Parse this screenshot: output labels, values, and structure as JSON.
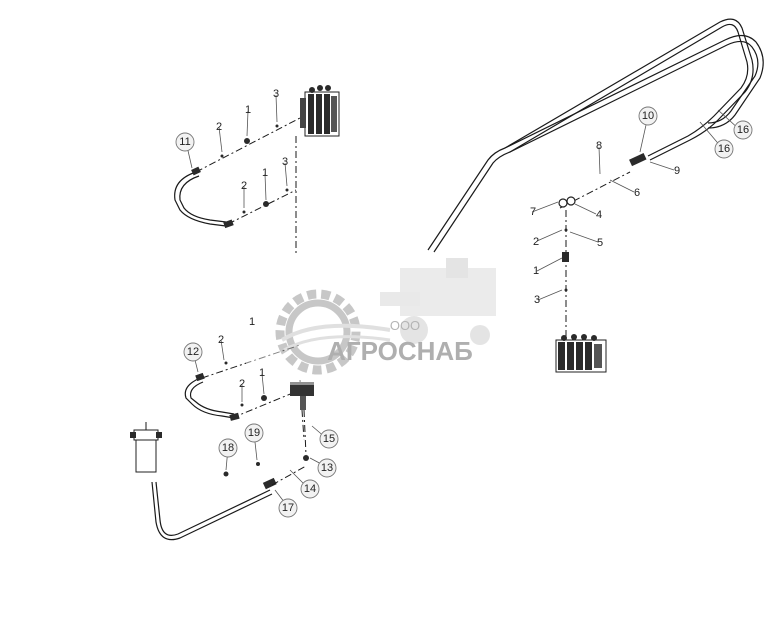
{
  "watermark": {
    "company_prefix": "ООО",
    "company_name": "АГРОСНАБ"
  },
  "callouts": {
    "c11": "11",
    "c2a": "2",
    "c1a": "1",
    "c3a": "3",
    "c2b": "2",
    "c1b": "1",
    "c3b": "3",
    "c12": "12",
    "c2c": "2",
    "c1c": "1",
    "c2d": "2",
    "c1d": "1",
    "c18": "18",
    "c19": "19",
    "c15": "15",
    "c13": "13",
    "c14": "14",
    "c17": "17",
    "c10": "10",
    "c9": "9",
    "c8": "8",
    "c6": "6",
    "c16a": "16",
    "c16b": "16",
    "c7": "7",
    "c4": "4",
    "c2e": "2",
    "c5": "5",
    "c1e": "1",
    "c3e": "3"
  }
}
